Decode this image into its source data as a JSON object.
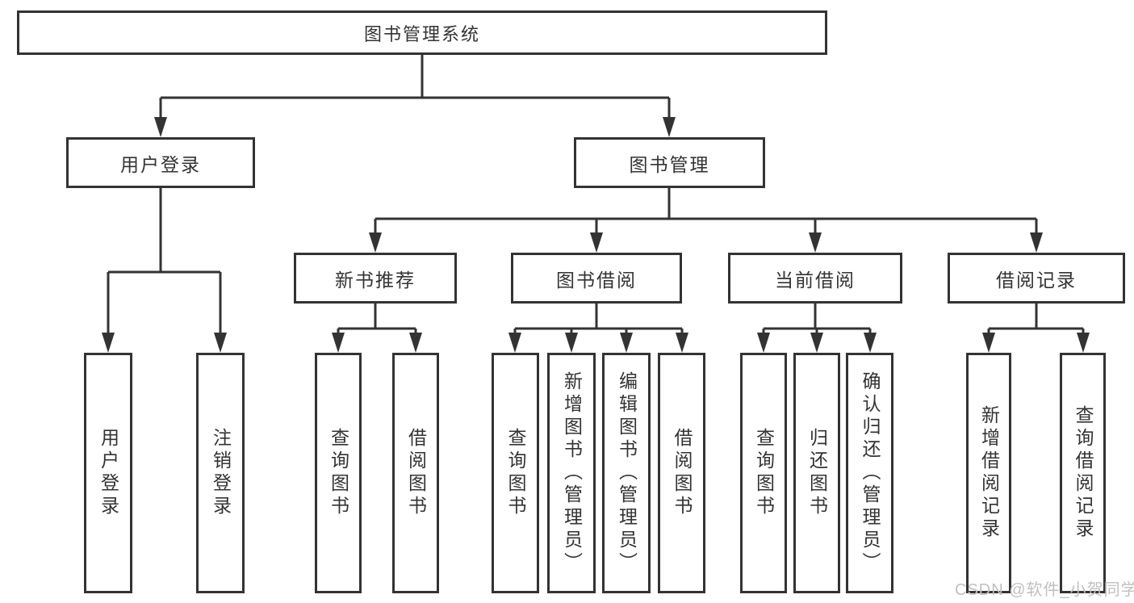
{
  "tree": {
    "root": {
      "label": "图书管理系统"
    },
    "branches": [
      {
        "label": "用户登录",
        "children": [
          {
            "label": "用户登录"
          },
          {
            "label": "注销登录"
          }
        ]
      },
      {
        "label": "图书管理",
        "children": [
          {
            "label": "新书推荐",
            "children": [
              {
                "label": "查询图书"
              },
              {
                "label": "借阅图书"
              }
            ]
          },
          {
            "label": "图书借阅",
            "children": [
              {
                "label": "查询图书"
              },
              {
                "label": "新增图书（管理员）"
              },
              {
                "label": "编辑图书（管理员）"
              },
              {
                "label": "借阅图书"
              }
            ]
          },
          {
            "label": "当前借阅",
            "children": [
              {
                "label": "查询图书"
              },
              {
                "label": "归还图书"
              },
              {
                "label": "确认归还（管理员）"
              }
            ]
          },
          {
            "label": "借阅记录",
            "children": [
              {
                "label": "新增借阅记录"
              },
              {
                "label": "查询借阅记录"
              }
            ]
          }
        ]
      }
    ]
  },
  "watermark": "CSDN @软件_小贺同学",
  "colors": {
    "line": "#333333",
    "border": "#333333",
    "text": "#333333",
    "background": "#ffffff",
    "watermark": "#c1c0c0"
  }
}
